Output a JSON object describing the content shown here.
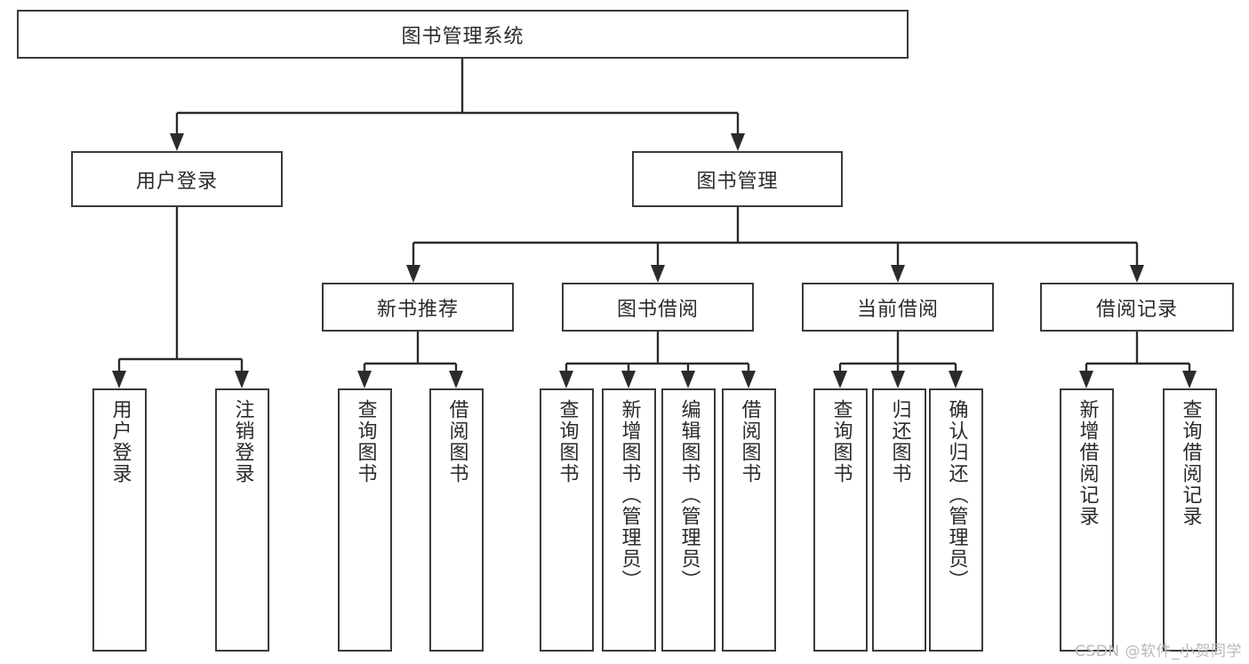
{
  "diagram": {
    "type": "tree",
    "title": "图书管理系统",
    "root": {
      "label": "图书管理系统"
    },
    "level2": [
      {
        "label": "用户登录"
      },
      {
        "label": "图书管理"
      }
    ],
    "level3": [
      {
        "label": "新书推荐"
      },
      {
        "label": "图书借阅"
      },
      {
        "label": "当前借阅"
      },
      {
        "label": "借阅记录"
      }
    ],
    "leaves": {
      "user_login": [
        {
          "label": "用户登录"
        },
        {
          "label": "注销登录"
        }
      ],
      "new_book_recommend": [
        {
          "label": "查询图书"
        },
        {
          "label": "借阅图书"
        }
      ],
      "book_borrow": [
        {
          "label": "查询图书"
        },
        {
          "label": "新增图书（管理员）"
        },
        {
          "label": "编辑图书（管理员）"
        },
        {
          "label": "借阅图书"
        }
      ],
      "current_borrow": [
        {
          "label": "查询图书"
        },
        {
          "label": "归还图书"
        },
        {
          "label": "确认归还（管理员）"
        }
      ],
      "borrow_record": [
        {
          "label": "新增借阅记录"
        },
        {
          "label": "查询借阅记录"
        }
      ]
    },
    "colors": {
      "stroke": "#2b2b2b",
      "box_border": "#3a3a3a",
      "box_fill": "#ffffff",
      "text": "#2b2b2b",
      "watermark": "#b9b9b9"
    }
  },
  "watermark": {
    "text": "CSDN @软件_小贺同学"
  }
}
